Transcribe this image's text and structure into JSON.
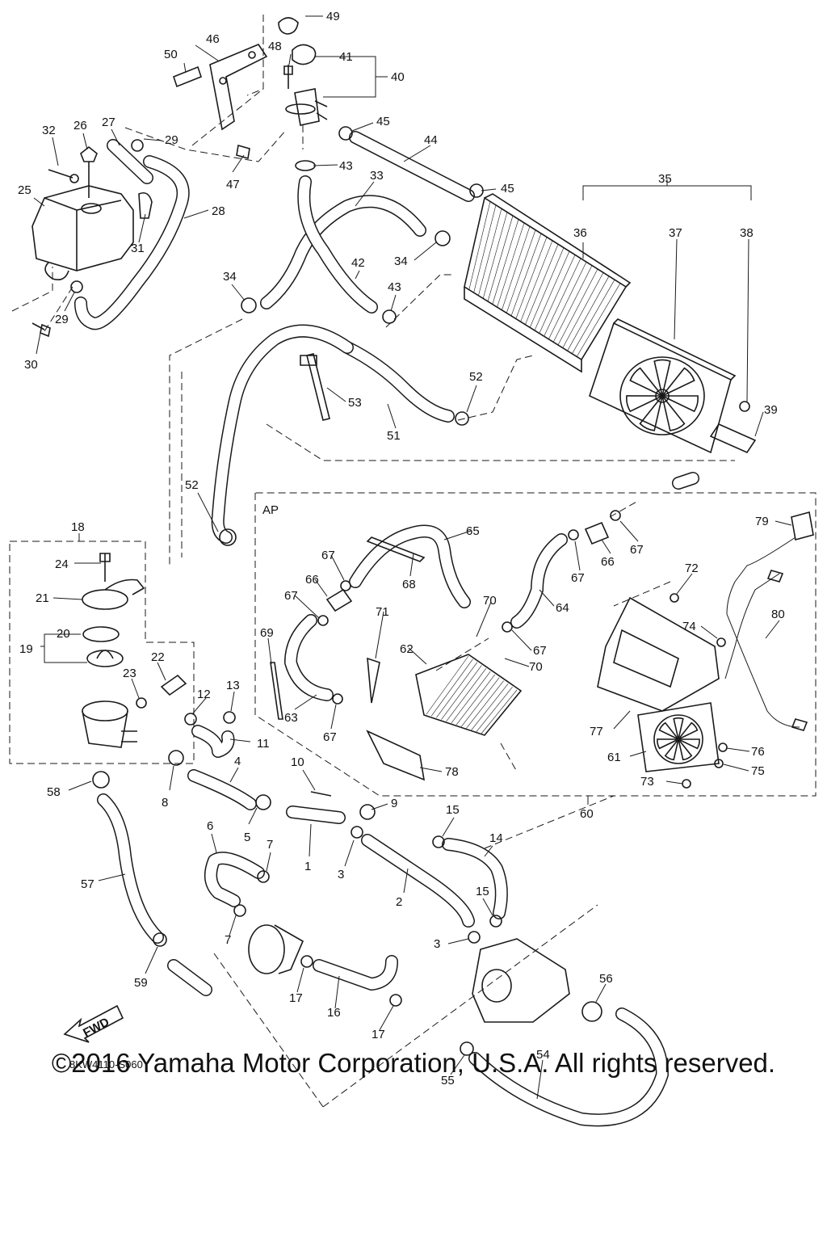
{
  "diagram": {
    "code": "8KW4110-S060",
    "copyright": "©2016 Yamaha Motor Corporation, U.S.A. All rights reserved.",
    "group_label": "AP",
    "fwd_label": "FWD"
  },
  "callouts": [
    "1",
    "2",
    "3",
    "3",
    "4",
    "5",
    "6",
    "7",
    "7",
    "8",
    "9",
    "10",
    "11",
    "12",
    "13",
    "14",
    "15",
    "15",
    "16",
    "17",
    "17",
    "18",
    "19",
    "20",
    "21",
    "22",
    "23",
    "24",
    "25",
    "26",
    "27",
    "28",
    "29",
    "29",
    "30",
    "31",
    "32",
    "33",
    "34",
    "34",
    "35",
    "36",
    "37",
    "38",
    "39",
    "40",
    "41",
    "42",
    "43",
    "43",
    "44",
    "45",
    "45",
    "46",
    "47",
    "48",
    "49",
    "50",
    "51",
    "52",
    "52",
    "53",
    "54",
    "55",
    "56",
    "57",
    "58",
    "59",
    "60",
    "61",
    "62",
    "63",
    "64",
    "65",
    "66",
    "66",
    "67",
    "67",
    "67",
    "67",
    "67",
    "68",
    "69",
    "70",
    "70",
    "71",
    "72",
    "73",
    "74",
    "75",
    "76",
    "77",
    "78",
    "79",
    "80"
  ]
}
